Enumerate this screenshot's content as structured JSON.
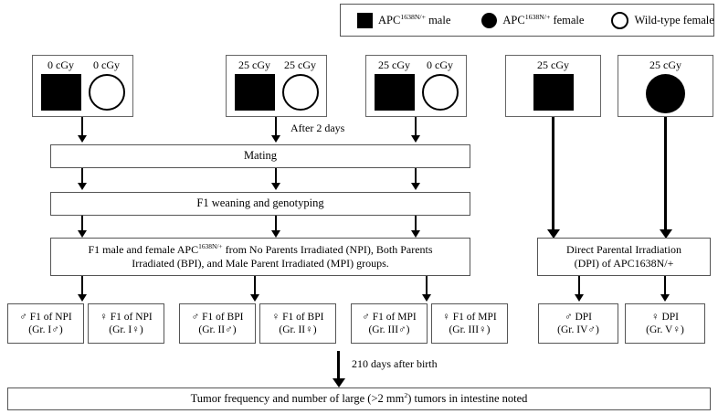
{
  "legend": {
    "items": [
      {
        "icon": "filled-square",
        "label_pre": "APC",
        "label_sup": "1638N/+",
        "label_post": " male"
      },
      {
        "icon": "filled-circle",
        "label_pre": "APC",
        "label_sup": "1638N/+",
        "label_post": " female"
      },
      {
        "icon": "open-circle",
        "label_pre": "",
        "label_sup": "",
        "label_post": "Wild-type female"
      }
    ]
  },
  "parent_groups": [
    {
      "name": "npi",
      "male_dose": "0 cGy",
      "female_dose": "0 cGy",
      "female_type": "wild-type"
    },
    {
      "name": "bpi",
      "male_dose": "25 cGy",
      "female_dose": "25 cGy",
      "female_type": "wild-type"
    },
    {
      "name": "mpi",
      "male_dose": "25 cGy",
      "female_dose": "0 cGy",
      "female_type": "wild-type"
    }
  ],
  "direct_parents": [
    {
      "name": "dpi-male",
      "dose": "25 cGy",
      "type": "apc-male"
    },
    {
      "name": "dpi-female",
      "dose": "25 cGy",
      "type": "apc-female"
    }
  ],
  "notes": {
    "after_two_days": "After 2 days",
    "days_after_birth": "210 days after birth"
  },
  "process": {
    "mating": "Mating",
    "weaning": "F1 weaning and genotyping",
    "f1_line1_a": "F1 male and female APC",
    "f1_line1_sup": "1638N/+",
    "f1_line1_b": " from No Parents Irradiated (NPI), Both Parents",
    "f1_line2": "Irradiated (BPI), and Male Parent Irradiated (MPI) groups.",
    "dpi_line1": "Direct Parental Irradiation",
    "dpi_line2": "(DPI) of APC1638N/+",
    "outcome": "Tumor frequency and number of large (>2 mm",
    "outcome_sup": "2",
    "outcome_end": ") tumors in intestine noted"
  },
  "f1_groups": [
    {
      "sex": "♂",
      "line1": " F1 of NPI",
      "line2_a": "(Gr. I",
      "line2_sym": "♂",
      "line2_b": ")"
    },
    {
      "sex": "♀",
      "line1": " F1 of NPI",
      "line2_a": "(Gr. I",
      "line2_sym": "♀",
      "line2_b": ")"
    },
    {
      "sex": "♂",
      "line1": " F1 of BPI",
      "line2_a": "(Gr. II",
      "line2_sym": "♂",
      "line2_b": ")"
    },
    {
      "sex": "♀",
      "line1": " F1 of BPI",
      "line2_a": "(Gr. II",
      "line2_sym": "♀",
      "line2_b": ")"
    },
    {
      "sex": "♂",
      "line1": " F1 of MPI",
      "line2_a": "(Gr. III",
      "line2_sym": "♂",
      "line2_b": ")"
    },
    {
      "sex": "♀",
      "line1": " F1 of MPI",
      "line2_a": "(Gr. III",
      "line2_sym": "♀",
      "line2_b": ")"
    }
  ],
  "dpi_groups": [
    {
      "sex": "♂",
      "line1": " DPI",
      "line2_a": "(Gr. IV",
      "line2_sym": "♂",
      "line2_b": ")"
    },
    {
      "sex": "♀",
      "line1": " DPI",
      "line2_a": "(Gr. V",
      "line2_sym": "♀",
      "line2_b": ")"
    }
  ]
}
